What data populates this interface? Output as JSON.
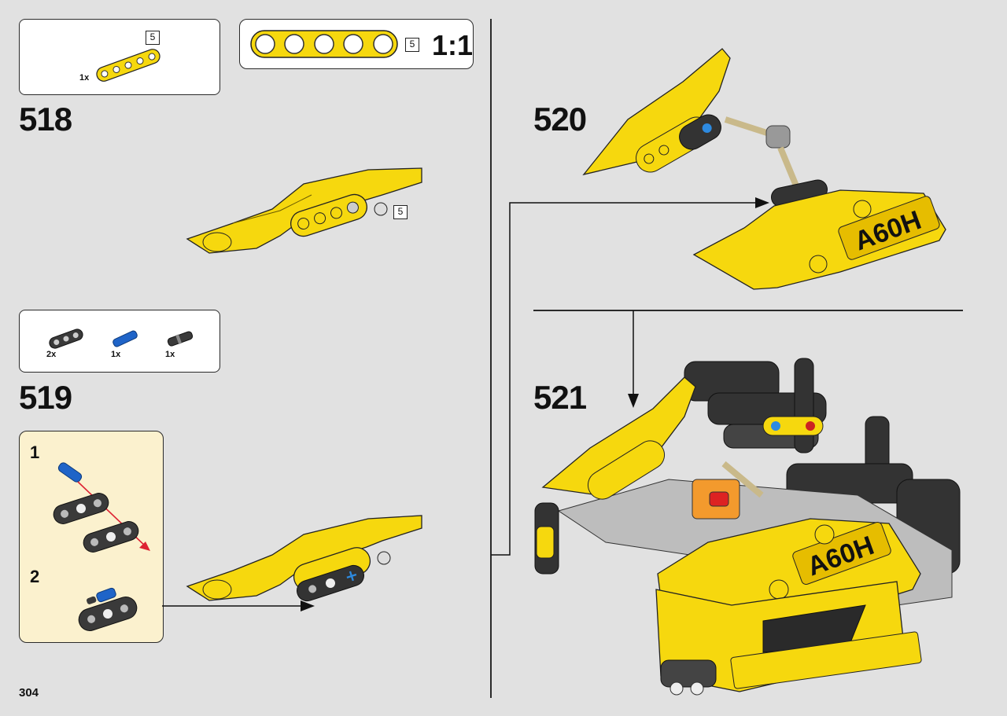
{
  "page": {
    "number": "304"
  },
  "steps": {
    "s518": {
      "number": "518"
    },
    "s519": {
      "number": "519"
    },
    "s520": {
      "number": "520"
    },
    "s521": {
      "number": "521"
    }
  },
  "parts_518": {
    "beam_qty": "1x",
    "beam_length": "5"
  },
  "scale_box": {
    "beam_length": "5",
    "scale_label": "1:1"
  },
  "model_518": {
    "callout_length": "5"
  },
  "parts_519": {
    "items": [
      {
        "qty": "2x"
      },
      {
        "qty": "1x"
      },
      {
        "qty": "1x"
      }
    ]
  },
  "substeps_519": {
    "first": "1",
    "second": "2"
  },
  "model_520": {
    "label_text": "A60H"
  },
  "model_521": {
    "label_text": "A60H"
  },
  "colors": {
    "background": "#e1e1e1",
    "part_yellow": "#f6d80e",
    "dark_grey": "#3a3a3a",
    "callout_bg": "#fbf1ce",
    "pin_blue": "#1f64c8"
  }
}
